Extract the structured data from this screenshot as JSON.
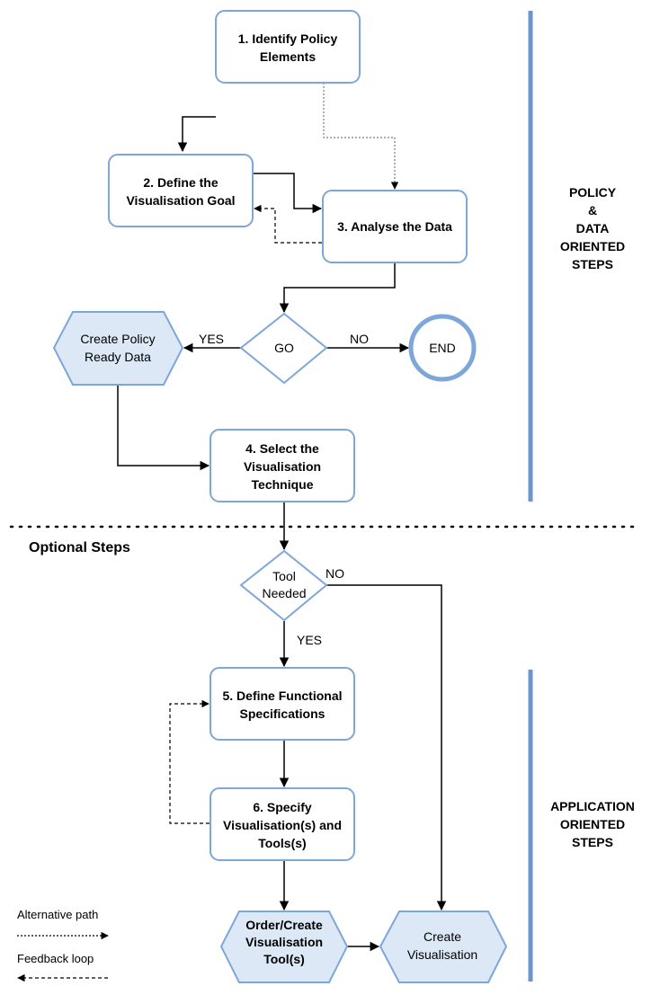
{
  "colors": {
    "node_border": "#7da7d9",
    "hex_fill": "#dce8f6",
    "side_bar": "#6b95cc",
    "line": "#000000",
    "alt_path_line": "#7a7a7a"
  },
  "nodes": {
    "step1": [
      "1. Identify Policy",
      "Elements"
    ],
    "step2": [
      "2. Define the",
      "Visualisation Goal"
    ],
    "step3": [
      "3. Analyse the Data"
    ],
    "go": [
      "GO"
    ],
    "end": [
      "END"
    ],
    "policy_ready": [
      "Create Policy",
      "Ready Data"
    ],
    "step4": [
      "4. Select the",
      "Visualisation",
      "Technique"
    ],
    "tool_needed": [
      "Tool",
      "Needed"
    ],
    "step5": [
      "5. Define Functional",
      "Specifications"
    ],
    "step6": [
      "6. Specify",
      "Visualisation(s) and",
      "Tools(s)"
    ],
    "order_tool": [
      "Order/Create",
      "Visualisation",
      "Tool(s)"
    ],
    "create_vis": [
      "Create",
      "Visualisation"
    ]
  },
  "edge_labels": {
    "go_yes": "YES",
    "go_no": "NO",
    "tool_no": "NO",
    "tool_yes": "YES"
  },
  "side_labels": {
    "policy_data": [
      "POLICY",
      "&",
      "DATA",
      "ORIENTED",
      "STEPS"
    ],
    "application": [
      "APPLICATION",
      "ORIENTED",
      "STEPS"
    ]
  },
  "section": {
    "optional": "Optional Steps"
  },
  "legend": {
    "alternative_path": "Alternative path",
    "feedback_loop": "Feedback loop"
  }
}
